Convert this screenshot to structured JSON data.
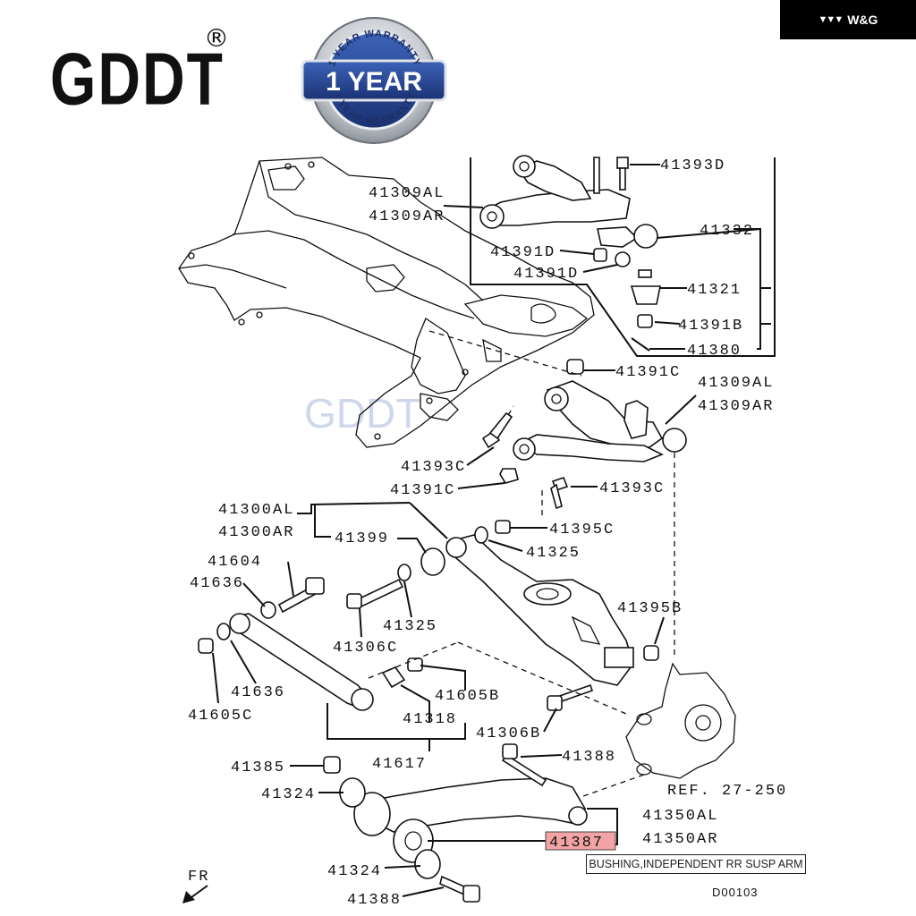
{
  "brand": {
    "name": "GDDT",
    "registered_mark": "®"
  },
  "corner_tag": {
    "text": "W&G"
  },
  "warranty_badge": {
    "top_text": "1 YEAR WARRANTY",
    "center_text": "1 YEAR",
    "bottom_text": "1 YEAR WARRANTY"
  },
  "watermark": "GDDT",
  "diagram_code": "D00103",
  "direction_marker": "FR",
  "tooltip": "BUSHING,INDEPENDENT RR SUSP ARM",
  "highlighted_part": "41387",
  "labels": {
    "l41393D": "41393D",
    "l41309AL_top": "41309AL",
    "l41309AR_top": "41309AR",
    "l41332": "41332",
    "l41391D_a": "41391D",
    "l41391D_b": "41391D",
    "l41321": "41321",
    "l41391B": "41391B",
    "l41380": "41380",
    "l41391C_top": "41391C",
    "l41309AL_mid": "41309AL",
    "l41309AR_mid": "41309AR",
    "l41393C_left": "41393C",
    "l41391C_mid": "41391C",
    "l41393C_right": "41393C",
    "l41300AL": "41300AL",
    "l41300AR": "41300AR",
    "l41399": "41399",
    "l41395C": "41395C",
    "l41325_a": "41325",
    "l41604": "41604",
    "l41636_a": "41636",
    "l41325_b": "41325",
    "l41395B": "41395B",
    "l41306C": "41306C",
    "l41636_b": "41636",
    "l41605B": "41605B",
    "l41318": "41318",
    "l41605C": "41605C",
    "l41306B": "41306B",
    "l41617": "41617",
    "l41388_a": "41388",
    "l41385": "41385",
    "l41324_a": "41324",
    "ref": "REF. 27-250",
    "l41350AL": "41350AL",
    "l41350AR": "41350AR",
    "l41324_b": "41324",
    "l41388_b": "41388"
  }
}
